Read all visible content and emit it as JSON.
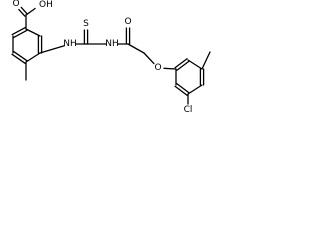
{
  "colors": {
    "bond": "#000000",
    "label": "#000000",
    "background": "#ffffff"
  },
  "molecule": {
    "atom_labels": {
      "carboxyl_OH": "OH",
      "carboxyl_O": "O",
      "nh_left": "NH",
      "thione_S": "S",
      "nh_right": "NH",
      "amide_O": "O",
      "ether_O": "O",
      "chlorine": "Cl"
    }
  }
}
